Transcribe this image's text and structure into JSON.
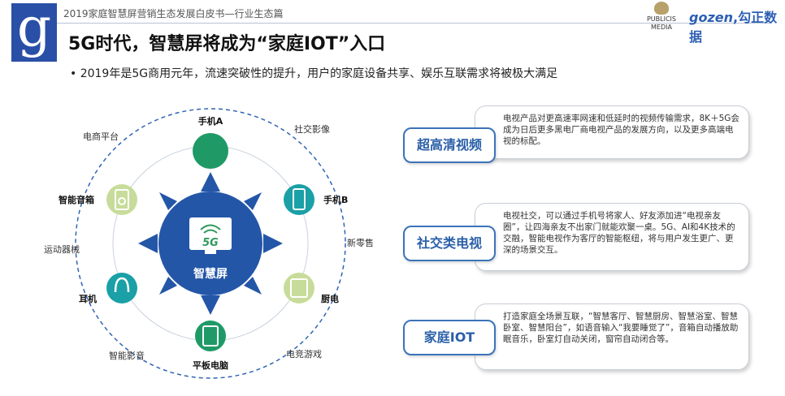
{
  "header": {
    "subtitle": "2019家庭智慧屏营销生态发展白皮书—行业生态篇",
    "title": "5G时代，智慧屏将成为“家庭IOT”入口",
    "logo_letter": "g",
    "brand_publicis_line1": "PUBLICIS",
    "brand_publicis_line2": "MEDIA",
    "brand_gozen_g": "gozen",
    "brand_gozen_cn": "勾正数据"
  },
  "bullet": "•  2019年是5G商用元年，流速突破性的提升，用户的家庭设备共享、娱乐互联需求将被极大满足",
  "diagram": {
    "center_5g": "5G",
    "center_label": "智慧屏",
    "nodes": [
      "手机A",
      "手机B",
      "厨电",
      "平板电脑",
      "耳机",
      "智能音箱"
    ],
    "outer": [
      "电商平台",
      "社交影像",
      "新零售",
      "电竞游戏",
      "智能影音",
      "运动器械"
    ]
  },
  "cards": [
    {
      "tag": "超高清视频",
      "text": "电视产品对更高速率网速和低延时的视频传输需求，8K＋5G会成为日后更多黑电厂商电视产品的发展方向，以及更多高端电视的标配。"
    },
    {
      "tag": "社交类电视",
      "text": "电视社交，可以通过手机号将家人、好友添加进“电视亲友圈”，让四海亲友不出家门就能欢聚一桌。5G、AI和4K技术的交融，智能电视作为客厅的智能枢纽，将与用户发生更广、更深的场景交互。"
    },
    {
      "tag": "家庭IOT",
      "text": "打造家庭全场景互联，“智慧客厅、智慧厨房、智慧浴室、智慧卧室、智慧阳台”，如语音输入“我要睡觉了”，音箱自动播放助眠音乐，卧室灯自动关闭，窗帘自动闭合等。"
    }
  ],
  "colors": {
    "brand_blue": "#2a4fa6",
    "node_green": "#1f9a67",
    "node_teal": "#1aa0a6",
    "node_olive": "#c7dc9a",
    "center_blue": "#2456a8",
    "tag_border": "#3b73b9"
  }
}
